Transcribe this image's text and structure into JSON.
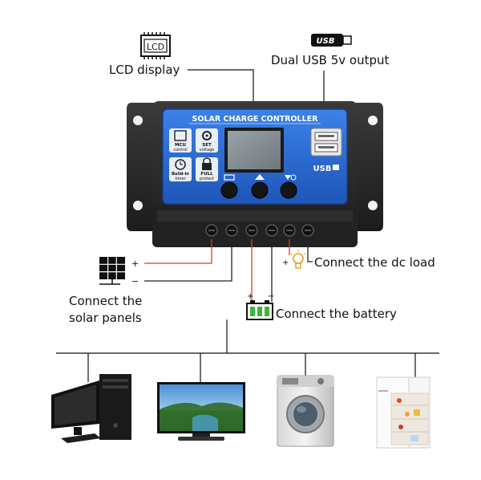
{
  "labels": {
    "lcd_icon_text": "LCD",
    "lcd_display": "LCD display",
    "usb_icon_text": "USB",
    "dual_usb": "Dual USB 5v output",
    "connect_dc_load": "Connect the dc load",
    "connect_battery": "Connect the battery",
    "connect_solar_line1": "Connect the",
    "connect_solar_line2": "solar panels",
    "plus": "+",
    "minus": "−"
  },
  "controller": {
    "title": "SOLAR CHARGE CONTROLLER",
    "mcu_label": "MCU",
    "mcu_sub": "control",
    "set_label": "SET",
    "set_sub": "voltage",
    "build_in_label": "Build-in",
    "build_in_sub": "timer",
    "full_label": "FULL",
    "full_sub": "protect",
    "usb_label": "USB"
  },
  "colors": {
    "panel_blue": "#2f6fd6",
    "body_dark": "#2a2a2a",
    "wire_red": "#e03a2a",
    "wire_black": "#222222",
    "battery_green": "#3fb43a"
  }
}
